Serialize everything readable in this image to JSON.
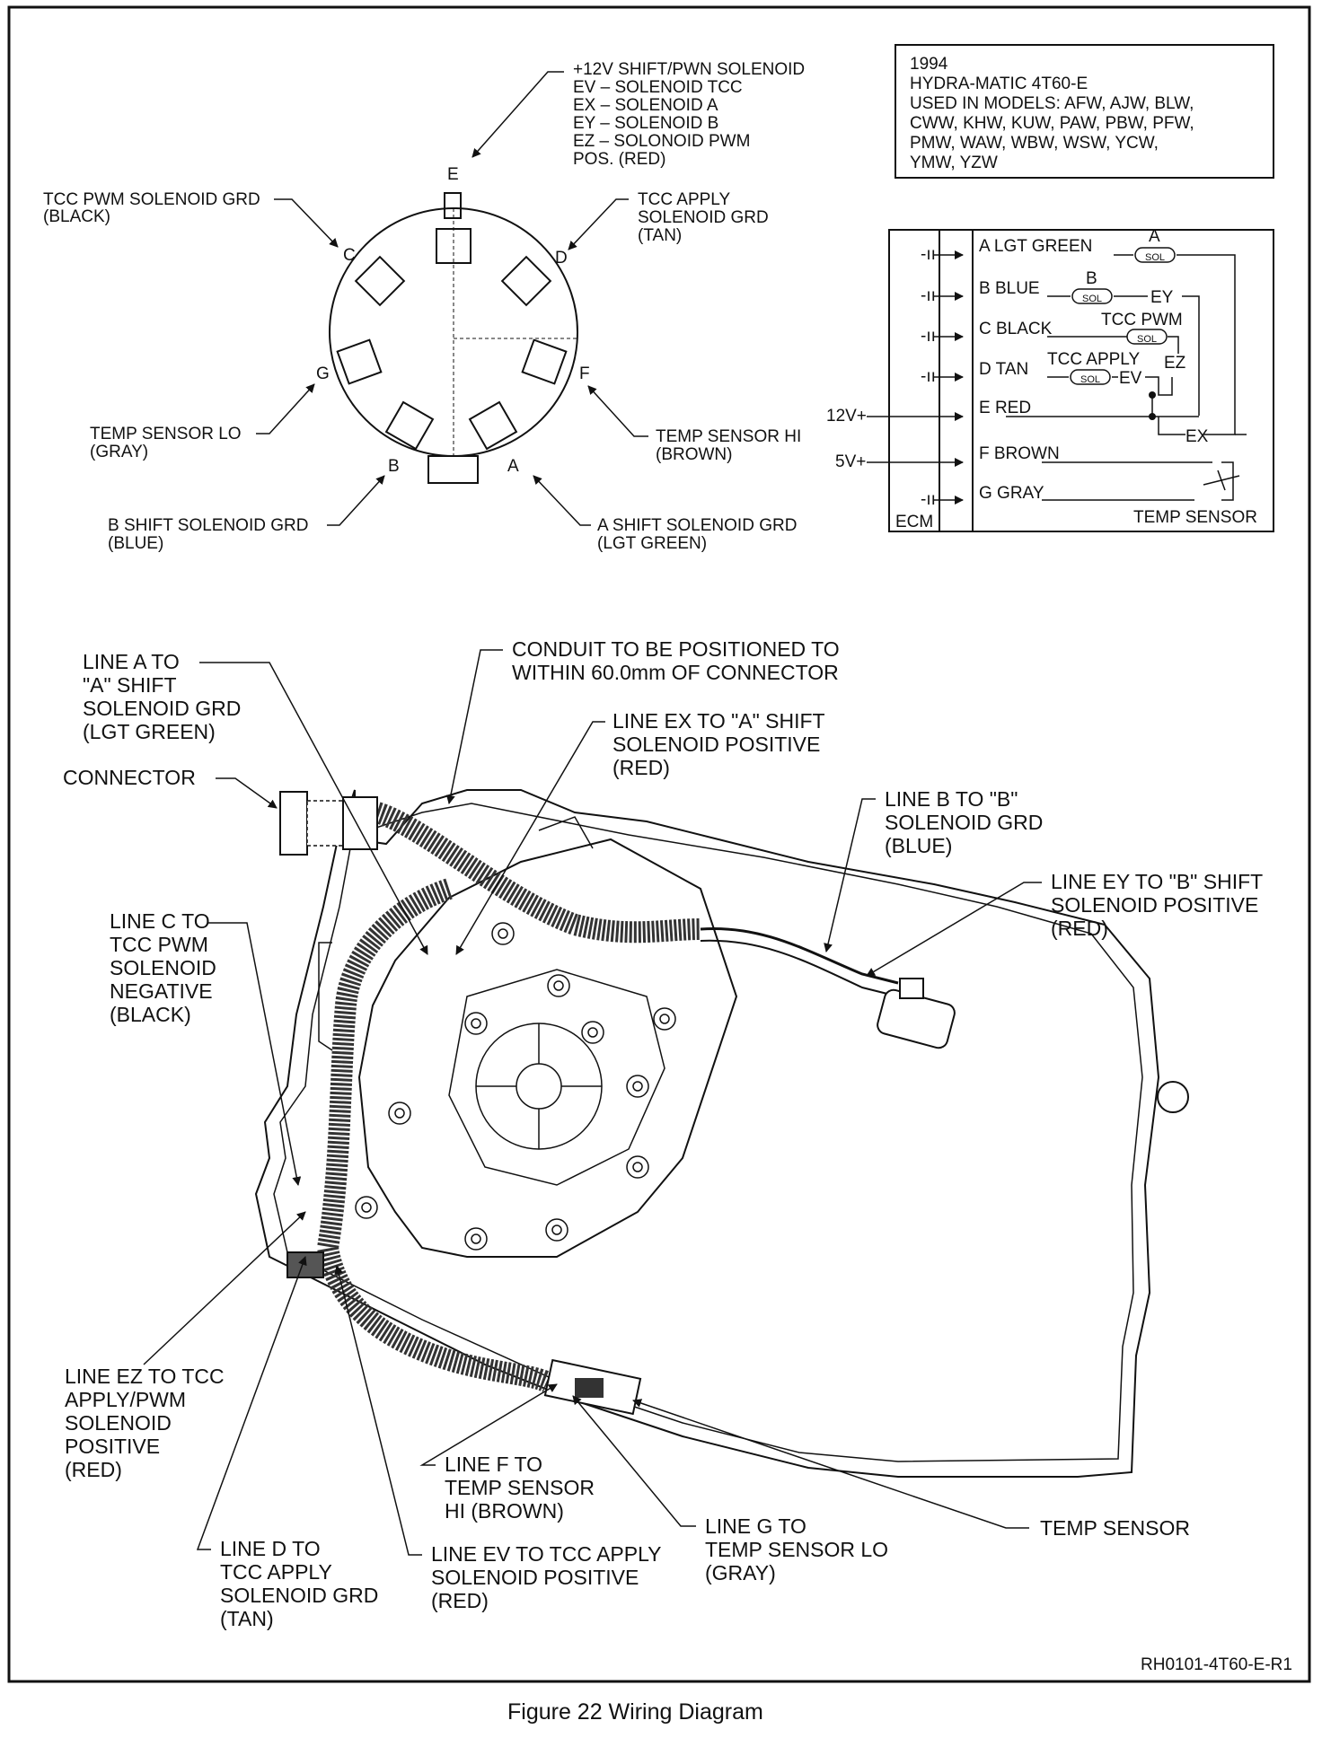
{
  "info_box": {
    "year": "1994",
    "model": "HYDRA-MATIC 4T60-E",
    "used_in_1": "USED IN MODELS: AFW, AJW, BLW,",
    "used_in_2": "CWW, KHW, KUW, PAW, PBW, PFW,",
    "used_in_3": "PMW, WAW, WBW, WSW, YCW,",
    "used_in_4": "YMW, YZW"
  },
  "connector_face": {
    "pin_e_legend": [
      "+12V SHIFT/PWN SOLENOID",
      "EV – SOLENOID TCC",
      "EX – SOLENOID A",
      "EY – SOLENOID B",
      "EZ – SOLONOID PWM",
      "POS. (RED)"
    ],
    "pin_letters": {
      "a": "A",
      "b": "B",
      "c": "C",
      "d": "D",
      "e": "E",
      "f": "F",
      "g": "G"
    },
    "pin_c_label": [
      "TCC PWM SOLENOID GRD",
      "(BLACK)"
    ],
    "pin_d_label": [
      "TCC APPLY",
      "SOLENOID GRD",
      "(TAN)"
    ],
    "pin_g_label": [
      "TEMP SENSOR LO",
      "(GRAY)"
    ],
    "pin_f_label": [
      "TEMP SENSOR HI",
      "(BROWN)"
    ],
    "pin_b_label": [
      "B SHIFT SOLENOID GRD",
      "(BLUE)"
    ],
    "pin_a_label": [
      "A SHIFT SOLENOID GRD",
      "(LGT GREEN)"
    ]
  },
  "schematic": {
    "ecm": "ECM",
    "v12": "12V+",
    "v5": "5V+",
    "lines": [
      "A LGT GREEN",
      "B BLUE",
      "C BLACK",
      "D TAN",
      "E  RED",
      "F BROWN",
      "G GRAY"
    ],
    "sol": "SOL",
    "sol_a": "A",
    "sol_b": "B",
    "tcc_pwm": "TCC PWM",
    "tcc_apply": "TCC APPLY",
    "ey": "EY",
    "ez": "EZ",
    "ev": "EV",
    "ex": "EX",
    "temp_sensor": "TEMP SENSOR"
  },
  "harness": {
    "line_a": [
      "LINE A TO",
      "\"A\" SHIFT",
      "SOLENOID GRD",
      "(LGT GREEN)"
    ],
    "conduit": [
      "CONDUIT TO BE POSITIONED TO",
      "WITHIN 60.0mm OF CONNECTOR"
    ],
    "line_ex": [
      "LINE EX TO \"A\" SHIFT",
      "SOLENOID POSITIVE",
      "(RED)"
    ],
    "connector": "CONNECTOR",
    "line_b": [
      "LINE B TO \"B\"",
      "SOLENOID GRD",
      "(BLUE)"
    ],
    "line_ey": [
      "LINE EY TO \"B\" SHIFT",
      "SOLENOID POSITIVE",
      "(RED)"
    ],
    "line_c": [
      "LINE C TO",
      "TCC PWM",
      "SOLENOID",
      "NEGATIVE",
      "(BLACK)"
    ],
    "line_ez": [
      "LINE EZ TO TCC",
      "APPLY/PWM",
      "SOLENOID",
      "POSITIVE",
      "(RED)"
    ],
    "line_f": [
      "LINE F TO",
      "TEMP SENSOR",
      "HI (BROWN)"
    ],
    "line_g": [
      "LINE G TO",
      "TEMP SENSOR LO",
      "(GRAY)"
    ],
    "temp_sensor": "TEMP SENSOR",
    "line_d": [
      "LINE D TO",
      "TCC APPLY",
      "SOLENOID GRD",
      "(TAN)"
    ],
    "line_ev": [
      "LINE EV TO TCC APPLY",
      "SOLENOID POSITIVE",
      "(RED)"
    ]
  },
  "ref_code": "RH0101-4T60-E-R1",
  "caption": "Figure 22  Wiring Diagram"
}
